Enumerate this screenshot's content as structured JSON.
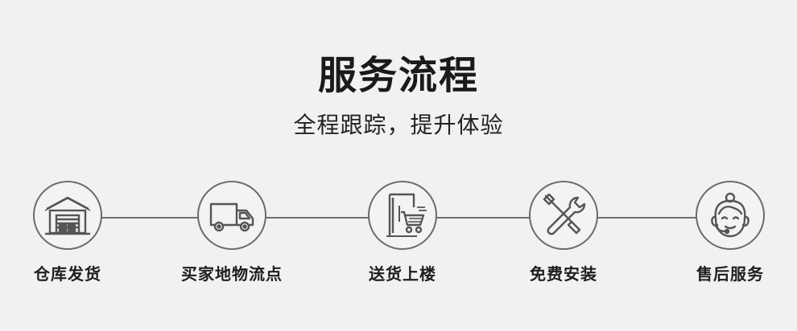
{
  "header": {
    "title": "服务流程",
    "subtitle": "全程跟踪，提升体验"
  },
  "steps": [
    {
      "label": "仓库发货",
      "icon": "warehouse-icon"
    },
    {
      "label": "买家地物流点",
      "icon": "truck-icon"
    },
    {
      "label": "送货上楼",
      "icon": "stairs-cart-icon"
    },
    {
      "label": "免费安装",
      "icon": "tools-icon"
    },
    {
      "label": "售后服务",
      "icon": "customer-service-icon"
    }
  ],
  "colors": {
    "background": "#f1f1f1",
    "line": "#6f6f6f",
    "icon": "#555555"
  }
}
